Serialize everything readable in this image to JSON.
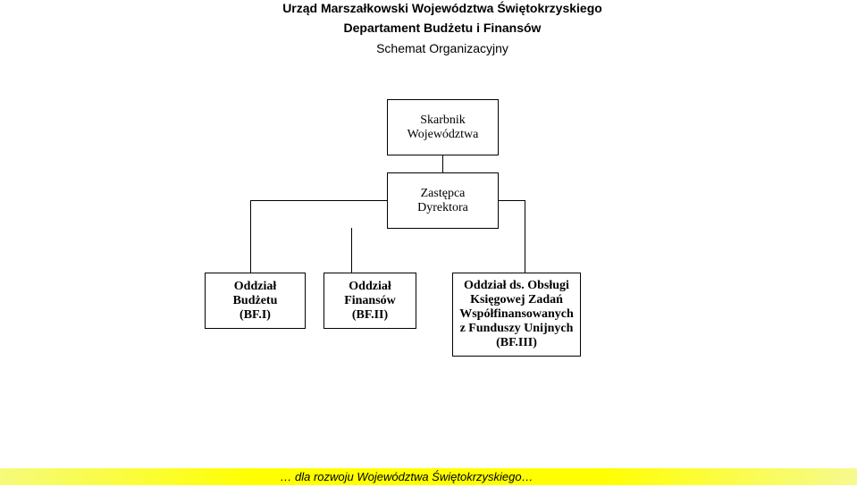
{
  "header": {
    "line1": "Urząd Marszałkowski Województwa Świętokrzyskiego",
    "line2": "Departament Budżetu i Finansów",
    "line3": "Schemat Organizacyjny"
  },
  "nodes": {
    "skarbnik": [
      "Skarbnik",
      "Województwa"
    ],
    "zastepca": [
      "Zastępca",
      "Dyrektora"
    ],
    "bf1": [
      "Oddział",
      "Budżetu",
      "(BF.I)"
    ],
    "bf2": [
      "Oddział",
      "Finansów",
      "(BF.II)"
    ],
    "bf3": [
      "Oddział ds. Obsługi",
      "Księgowej Zadań",
      "Współfinansowanych",
      "z Funduszy Unijnych",
      "(BF.III)"
    ]
  },
  "footer": {
    "text": "… dla rozwoju Województwa Świętokrzyskiego…"
  }
}
